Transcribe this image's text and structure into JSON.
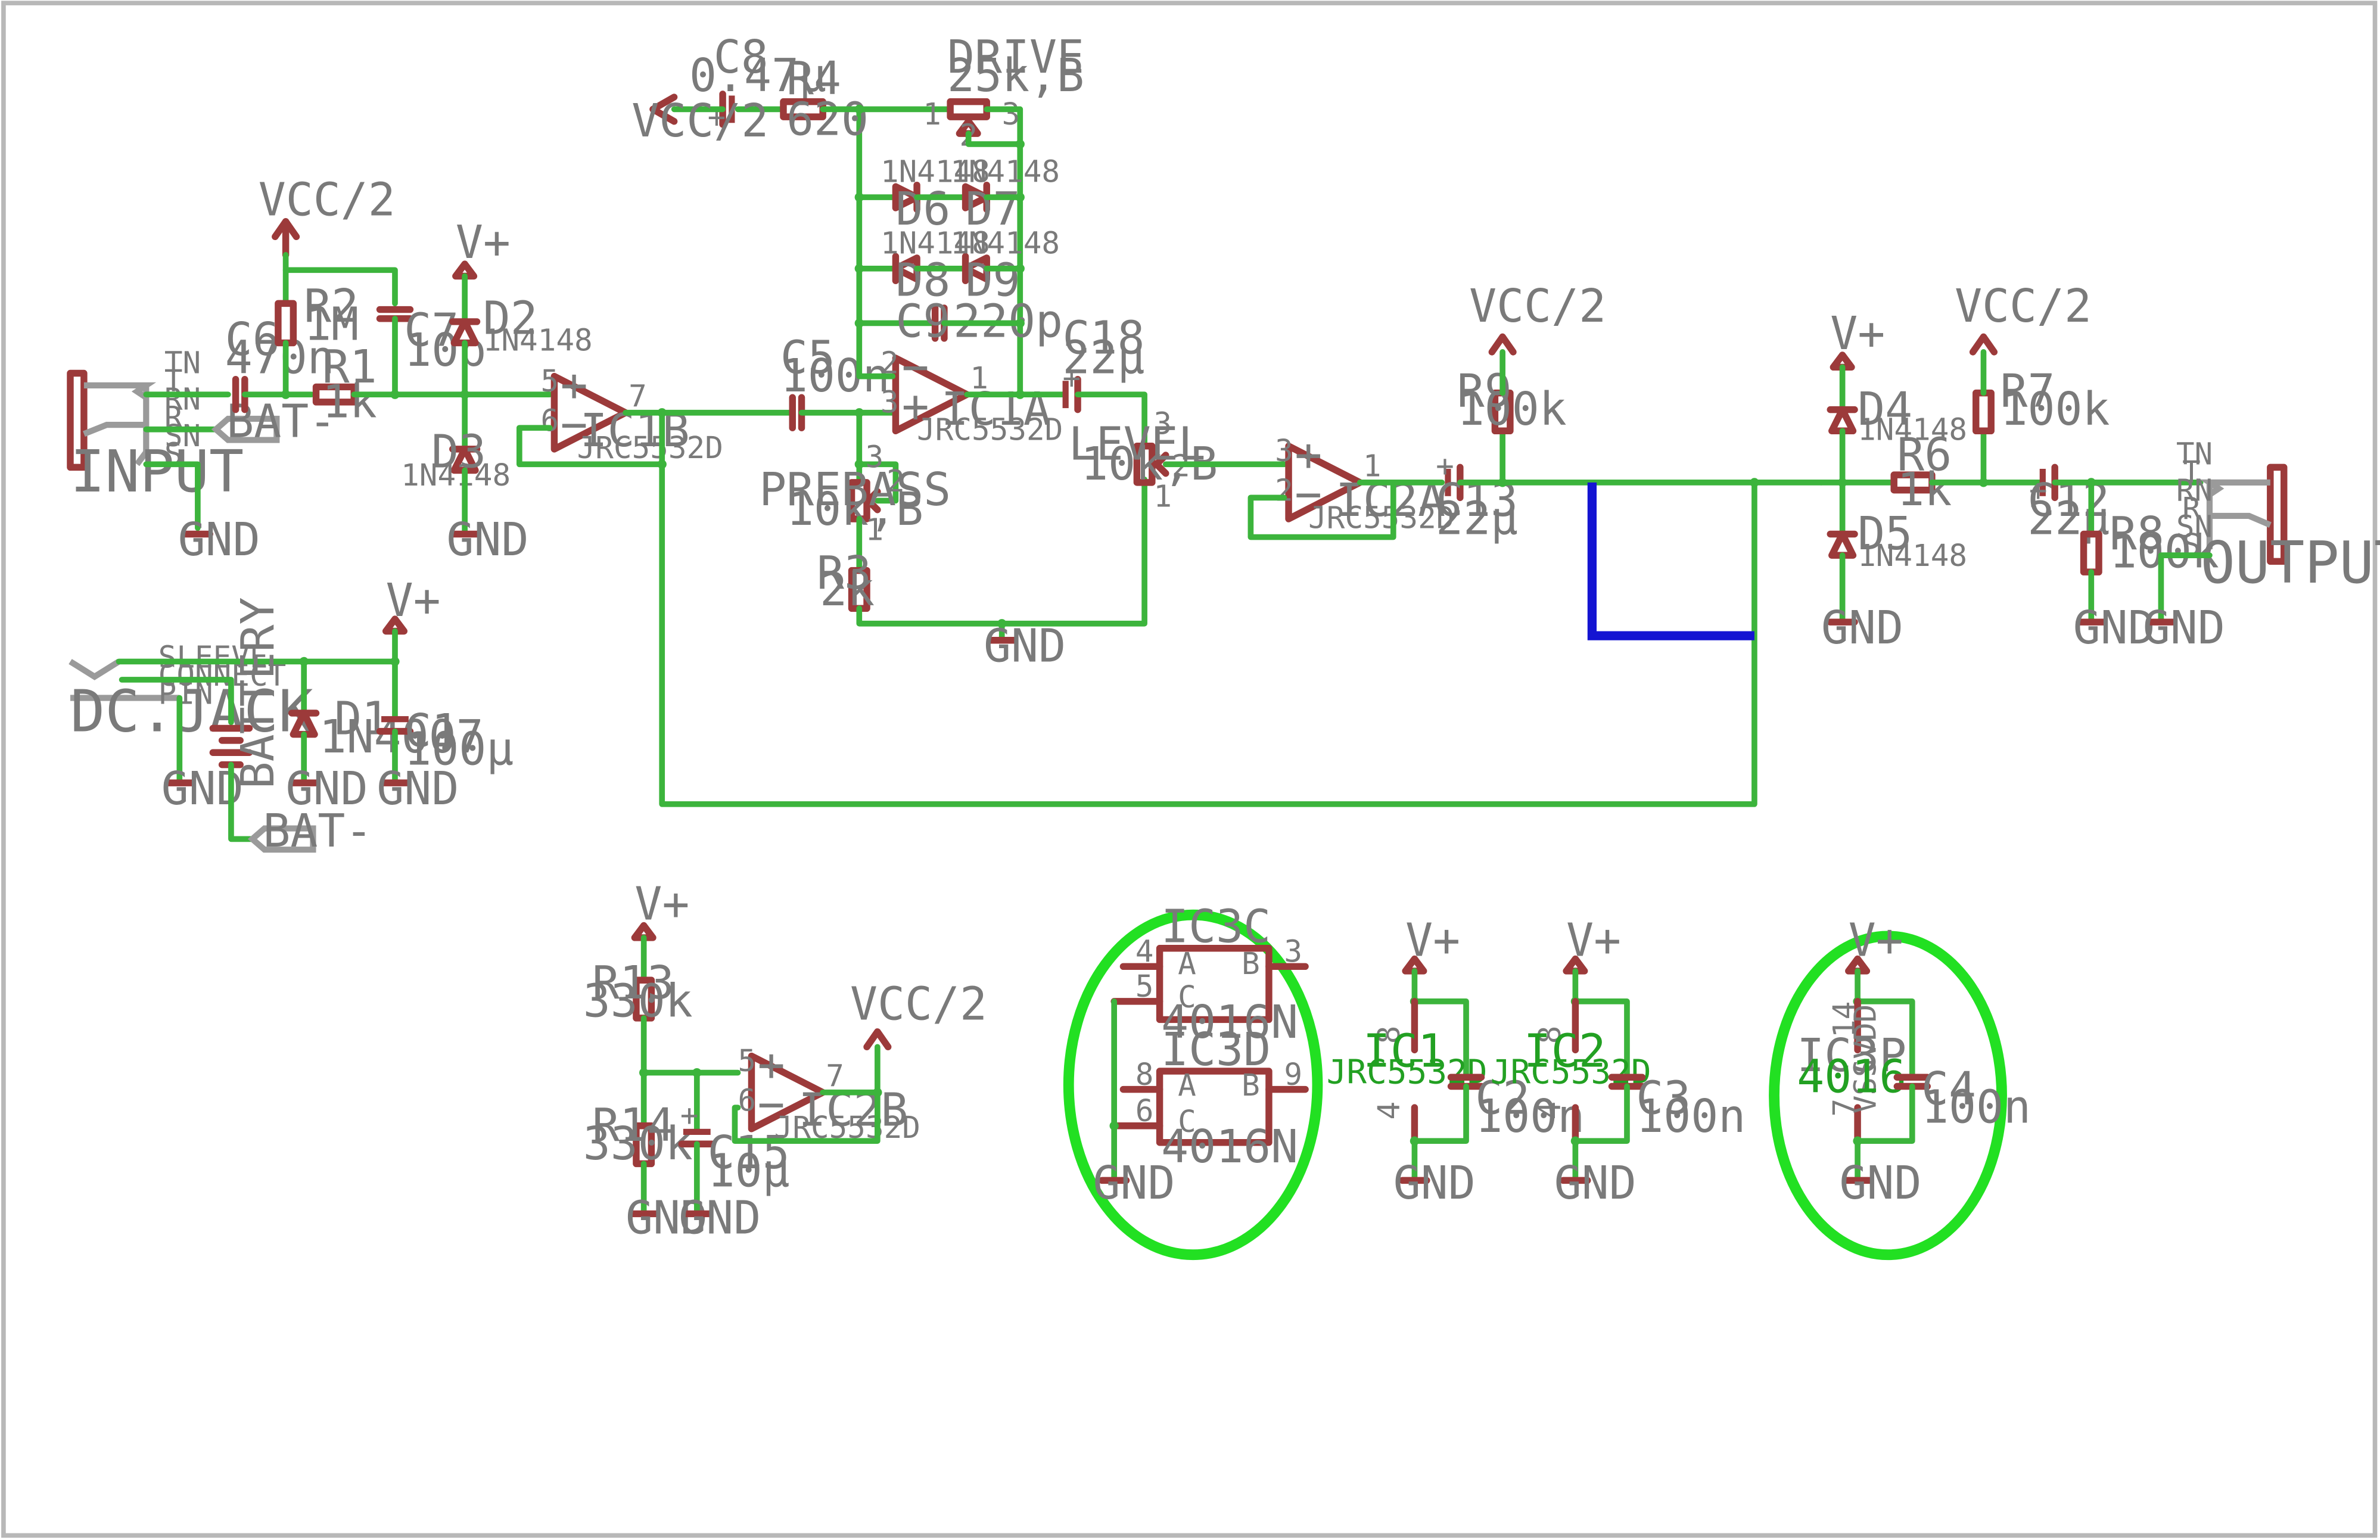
{
  "parts": {
    "C8": {
      "ref": "C8",
      "value": "0.47µ"
    },
    "R4": {
      "ref": "R4",
      "value": "620"
    },
    "DRIVE": {
      "ref": "DRIVE",
      "value": "25k,B"
    },
    "D6": {
      "ref": "D6",
      "type": "1N4148"
    },
    "D7": {
      "ref": "D7",
      "type": "1N4148"
    },
    "D8": {
      "ref": "D8",
      "type": "1N4148"
    },
    "D9": {
      "ref": "D9",
      "type": "1N4148"
    },
    "C9": {
      "ref": "C9",
      "value": "220p"
    },
    "IC1A": {
      "ref": "IC1A",
      "type": "JRC5532D"
    },
    "IC1B": {
      "ref": "IC1B",
      "type": "JRC5532D"
    },
    "IC2A": {
      "ref": "IC2A",
      "type": "JRC5532D"
    },
    "IC2B": {
      "ref": "IC2B",
      "type": "JRC5532D"
    },
    "R2": {
      "ref": "R2",
      "value": "1M"
    },
    "C7": {
      "ref": "C7",
      "value": "10p"
    },
    "C6": {
      "ref": "C6",
      "value": "470n"
    },
    "R1": {
      "ref": "R1",
      "value": "1k"
    },
    "D2": {
      "ref": "D2",
      "type": "1N4148"
    },
    "D3": {
      "ref": "D3",
      "type": "1N4148"
    },
    "C5": {
      "ref": "C5",
      "value": "100n"
    },
    "PREBASS": {
      "ref": "PREBASS",
      "value": "10k,B"
    },
    "R3": {
      "ref": "R3",
      "value": "2k"
    },
    "C18": {
      "ref": "C18",
      "value": "22µ"
    },
    "LEVEL": {
      "ref": "LEVEL",
      "value": "10k,B"
    },
    "C13": {
      "ref": "C13",
      "value": "22µ"
    },
    "R9": {
      "ref": "R9",
      "value": "100k"
    },
    "D4": {
      "ref": "D4",
      "type": "1N4148"
    },
    "D5": {
      "ref": "D5",
      "type": "1N4148"
    },
    "R6": {
      "ref": "R6",
      "value": "1k"
    },
    "R7": {
      "ref": "R7",
      "value": "100k"
    },
    "C12": {
      "ref": "C12",
      "value": "22µ"
    },
    "R8": {
      "ref": "R8",
      "value": "100k"
    },
    "D1": {
      "ref": "D1",
      "type": "1N4007"
    },
    "C1": {
      "ref": "C1",
      "value": "100µ"
    },
    "R13": {
      "ref": "R13",
      "value": "330k"
    },
    "R14": {
      "ref": "R14",
      "value": "330k"
    },
    "C15": {
      "ref": "C15",
      "value": "10µ"
    },
    "IC3C": {
      "ref": "IC3C",
      "type": "4016N"
    },
    "IC3D": {
      "ref": "IC3D",
      "type": "4016N"
    },
    "IC1": {
      "ref": "IC1",
      "type": "JRC5532D"
    },
    "IC2": {
      "ref": "IC2",
      "type": "JRC5532D"
    },
    "C2": {
      "ref": "C2",
      "value": "100n"
    },
    "C3": {
      "ref": "C3",
      "value": "100n"
    },
    "IC3P": {
      "ref": "IC3P",
      "type": "4016"
    },
    "C4": {
      "ref": "C4",
      "value": "100n"
    }
  },
  "connectors": {
    "input": {
      "name": "INPUT",
      "pins": [
        "TN",
        "T",
        "RN",
        "R",
        "SN",
        "S"
      ]
    },
    "output": {
      "name": "OUTPUT",
      "pins": [
        "TN",
        "T",
        "RN",
        "R",
        "SN",
        "S"
      ]
    },
    "dcjack": {
      "name": "DC.JACK",
      "pins": [
        "SLEEVE",
        "CONNECT",
        "PIN"
      ]
    },
    "battery": {
      "name": "BATTERY"
    }
  },
  "nets": {
    "gnd": "GND",
    "vcc2": "VCC/2",
    "vplus": "V+",
    "batminus": "BAT-"
  },
  "pins": {
    "vdd": "VDD",
    "vss": "VSS",
    "sw_a": "A",
    "sw_b": "B",
    "sw_c": "C"
  },
  "colors": {
    "symbol": "#9c3a3a",
    "wire": "#3cb43c",
    "bus": "#1414d2",
    "highlight": "#22e022",
    "text": "#7a7a7a"
  }
}
